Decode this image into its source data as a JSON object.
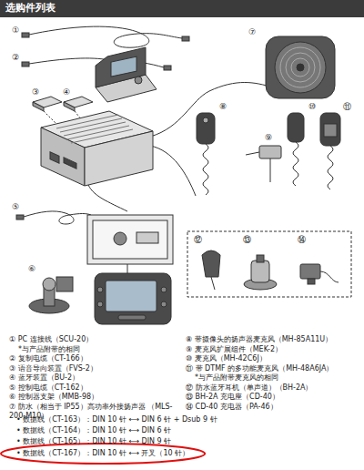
{
  "diagram": {
    "title": "选购件列表",
    "labels": [
      "①",
      "②",
      "③",
      "④",
      "⑤",
      "⑥",
      "⑦",
      "⑧",
      "⑨",
      "⑩",
      "⑪",
      "⑫",
      "⑬",
      "⑭",
      "① PC 连接线（SCU-20）",
      "*与产品附带的相同",
      "② 复制电缆（CT-166）",
      "③ 语音导向装置（FVS-2）",
      "④ 蓝牙装置（BU-2）",
      "⑤ 控制电缆（CT-162）",
      "⑥ 控制器支架（MMB-98）",
      "⑦ 防水（相当于 IP55）高功率外接扬声器 （MLS-200-M10）",
      "⑧ 带摄像头的扬声器麦克风（MH-85A11U）",
      "⑨ 麦克风扩展组件（MEK-2）",
      "⑩ 麦克风（MH-42C6J）",
      "⑪ 带 DTMF 的多功能麦克风（MH-48A6JA）",
      "*与产品附带麦克风的相同",
      "⑫ 防水蓝牙耳机（单声道）（BH-2A）",
      "⑬ BH-2A 充电座（CD-40）",
      "⑭ CD-40 充电器（PA-46）",
      "• 数据线（CT-163）：DIN 10 针 ⟷ DIN 6 针 + Dsub 9 针",
      "• 数据线（CT-164）：DIN 10 针 ⟷ DIN 6 针",
      "• 数据线（CT-165）：DIN 10 针 ⟷ DIN 9 针",
      "• 数据线（CT-167）：DIN 10 针 ⟷ 开叉（10 针）"
    ]
  }
}
